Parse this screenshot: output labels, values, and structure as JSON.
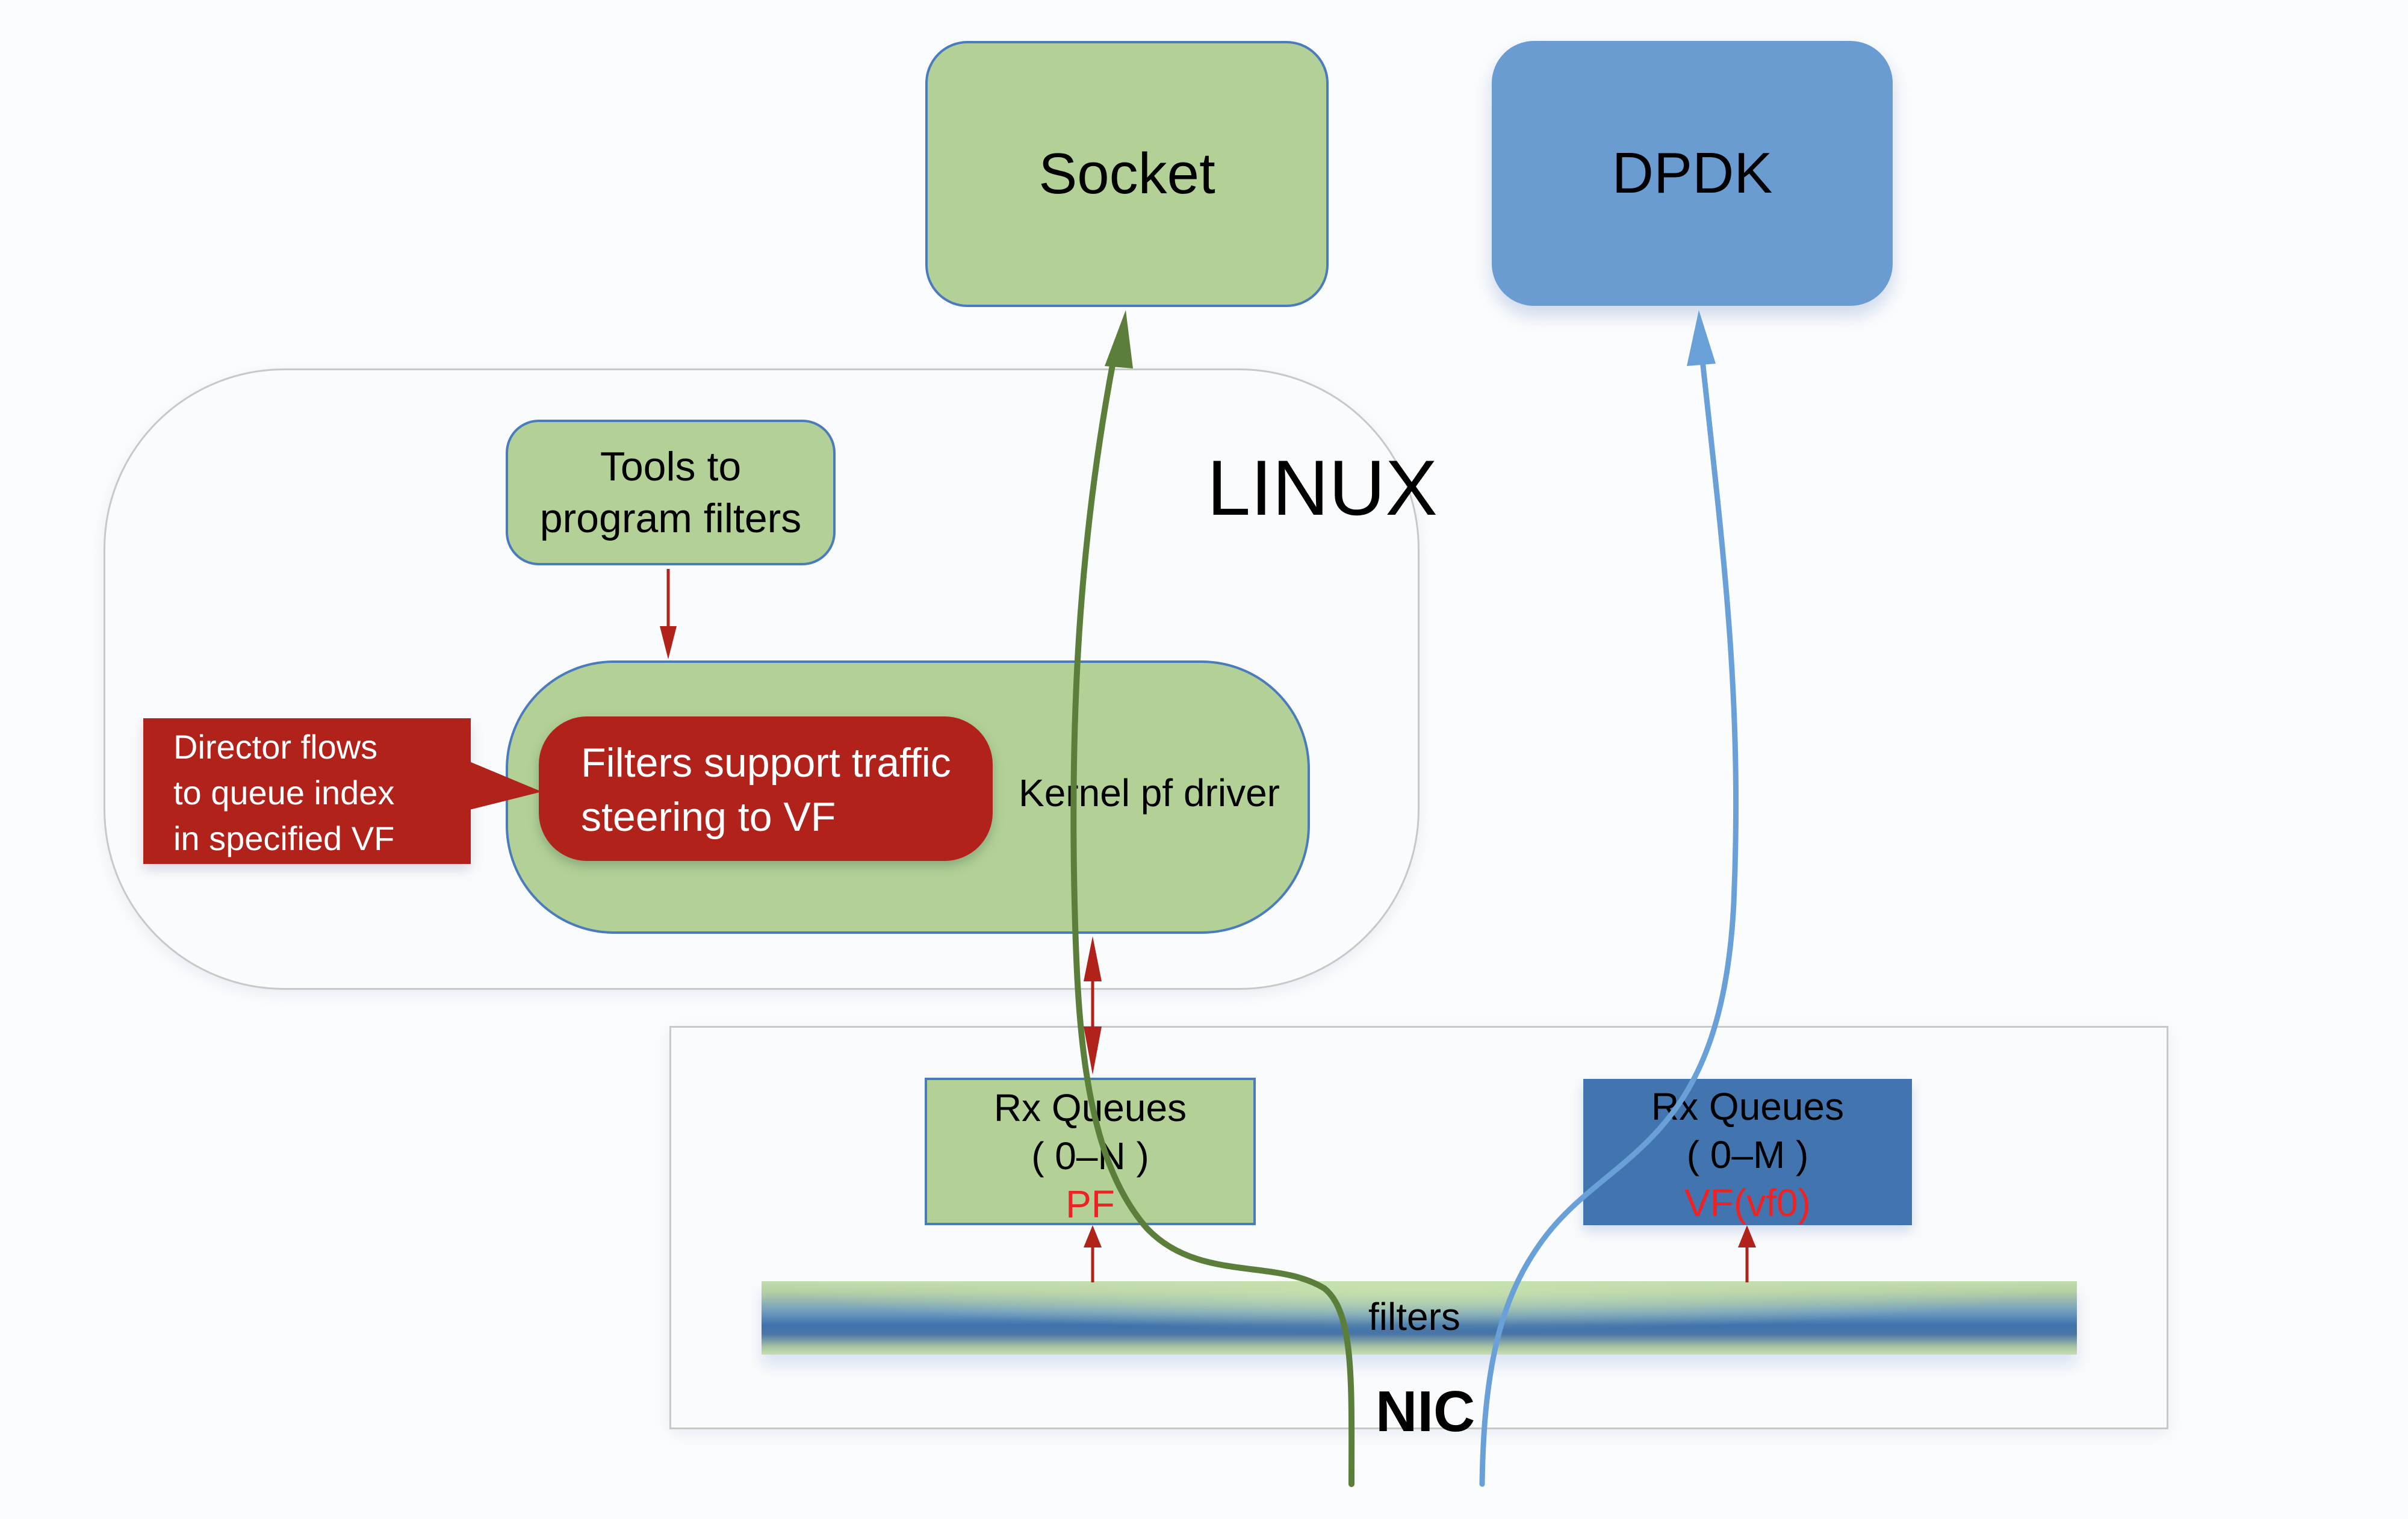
{
  "title": "Flow steering: NIC filters to PF (Linux kernel) and VF (DPDK)",
  "colors": {
    "green_box": "#b3d197",
    "blue_box": "#6a9bd1",
    "dark_blue_box": "#4275b0",
    "red_box": "#b0221a",
    "green_path": "#5b7f3a",
    "blue_path": "#6aa0d8",
    "red_arrow": "#b0221a",
    "queue_tag": "#ee2222"
  },
  "socket": {
    "label": "Socket"
  },
  "dpdk": {
    "label": "DPDK"
  },
  "linux": {
    "label": "LINUX"
  },
  "tools": {
    "line1": "Tools to",
    "line2": "program filters"
  },
  "kernel": {
    "label": "Kernel pf driver"
  },
  "filters_support": {
    "line1": "Filters support traffic",
    "line2": "steering to VF"
  },
  "director": {
    "line1": "Director flows",
    "line2": "to queue index",
    "line3": "in specified VF"
  },
  "rx_pf": {
    "line1": "Rx Queues",
    "line2": "( 0–N )",
    "tag": "PF"
  },
  "rx_vf": {
    "line1": "Rx Queues",
    "line2": "( 0–M )",
    "tag": "VF(vf0)"
  },
  "filters": {
    "label": "filters"
  },
  "nic": {
    "label": "NIC"
  },
  "connections": [
    {
      "from": "tools",
      "to": "kernel",
      "style": "red-arrow"
    },
    {
      "from": "kernel",
      "to": "rx_pf",
      "style": "red-double-arrow"
    },
    {
      "from": "filters",
      "to": "rx_pf",
      "style": "red-arrow"
    },
    {
      "from": "filters",
      "to": "rx_vf",
      "style": "red-arrow"
    },
    {
      "from": "nic",
      "to": "socket",
      "style": "green-path"
    },
    {
      "from": "nic",
      "to": "dpdk",
      "style": "blue-path"
    }
  ]
}
